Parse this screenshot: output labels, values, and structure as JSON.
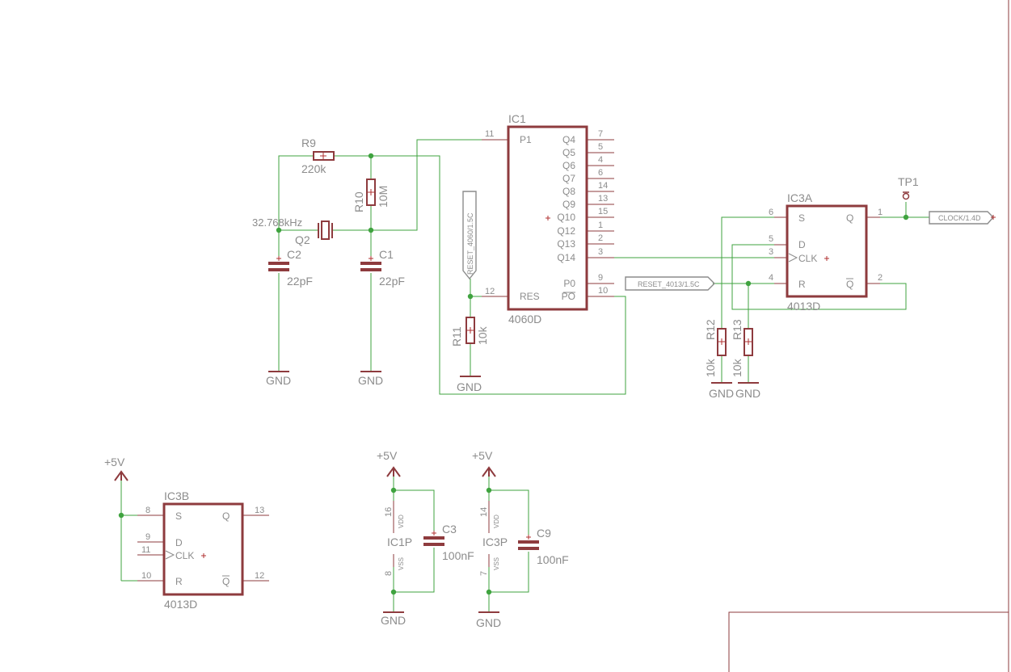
{
  "parts": {
    "ic1": {
      "name": "IC1",
      "value": "4060D"
    },
    "ic3a": {
      "name": "IC3A",
      "value": "4013D"
    },
    "ic3b": {
      "name": "IC3B",
      "value": "4013D"
    },
    "r9": {
      "name": "R9",
      "value": "220k"
    },
    "r10": {
      "name": "R10",
      "value": "10M"
    },
    "r11": {
      "name": "R11",
      "value": "10k"
    },
    "r12": {
      "name": "R12",
      "value": "10k"
    },
    "r13": {
      "name": "R13",
      "value": "10k"
    },
    "c1": {
      "name": "C1",
      "value": "22pF"
    },
    "c2": {
      "name": "C2",
      "value": "22pF"
    },
    "c3": {
      "name": "C3",
      "value": "100nF"
    },
    "c9": {
      "name": "C9",
      "value": "100nF"
    },
    "q2": {
      "name": "Q2",
      "value": "32.768kHz"
    },
    "tp1": {
      "name": "TP1"
    },
    "ic1p": {
      "name": "IC1P",
      "vdd_pin": "16",
      "vss_pin": "8"
    },
    "ic3p": {
      "name": "IC3P",
      "vdd_pin": "14",
      "vss_pin": "7"
    }
  },
  "ic1_pins": {
    "left": [
      {
        "num": "11",
        "name": "P1"
      },
      {
        "num": "12",
        "name": "RES"
      }
    ],
    "right": [
      {
        "num": "7",
        "name": "Q4"
      },
      {
        "num": "5",
        "name": "Q5"
      },
      {
        "num": "4",
        "name": "Q6"
      },
      {
        "num": "6",
        "name": "Q7"
      },
      {
        "num": "14",
        "name": "Q8"
      },
      {
        "num": "13",
        "name": "Q9"
      },
      {
        "num": "15",
        "name": "Q10"
      },
      {
        "num": "1",
        "name": "Q12"
      },
      {
        "num": "2",
        "name": "Q13"
      },
      {
        "num": "3",
        "name": "Q14"
      },
      {
        "num": "9",
        "name": "P0"
      },
      {
        "num": "10",
        "name": "PO"
      }
    ]
  },
  "ic3a_pins": {
    "s": "6",
    "d": "5",
    "clk": "3",
    "r": "4",
    "q": "1",
    "qn": "2"
  },
  "ic3b_pins": {
    "s": "8",
    "d": "9",
    "clk": "11",
    "r": "10",
    "q": "13",
    "qn": "12"
  },
  "flipflop_labels": {
    "s": "S",
    "d": "D",
    "clk": "CLK",
    "r": "R",
    "q": "Q",
    "qn": "Q"
  },
  "supply_labels": {
    "vdd": "VDD",
    "vss": "VSS"
  },
  "nets": {
    "gnd": "GND",
    "vcc": "+5V",
    "reset_4060": "RESET_4060/1.5C",
    "reset_4013": "RESET_4013/1.5C",
    "clock": "CLOCK/1.4D"
  },
  "colors": {
    "symbol": "#8e3b3e",
    "wire": "#3fa33f",
    "text": "#8c8c8c",
    "background": "#ffffff"
  }
}
